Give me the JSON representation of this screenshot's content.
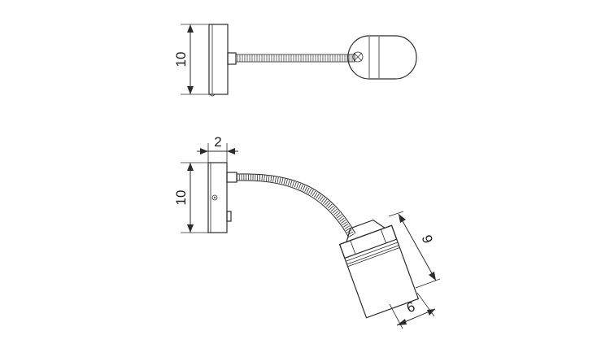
{
  "top_view": {
    "height_label": "10"
  },
  "side_view": {
    "depth_label": "2",
    "height_label": "10",
    "head_length_label": "9",
    "head_diameter_label": "6"
  }
}
